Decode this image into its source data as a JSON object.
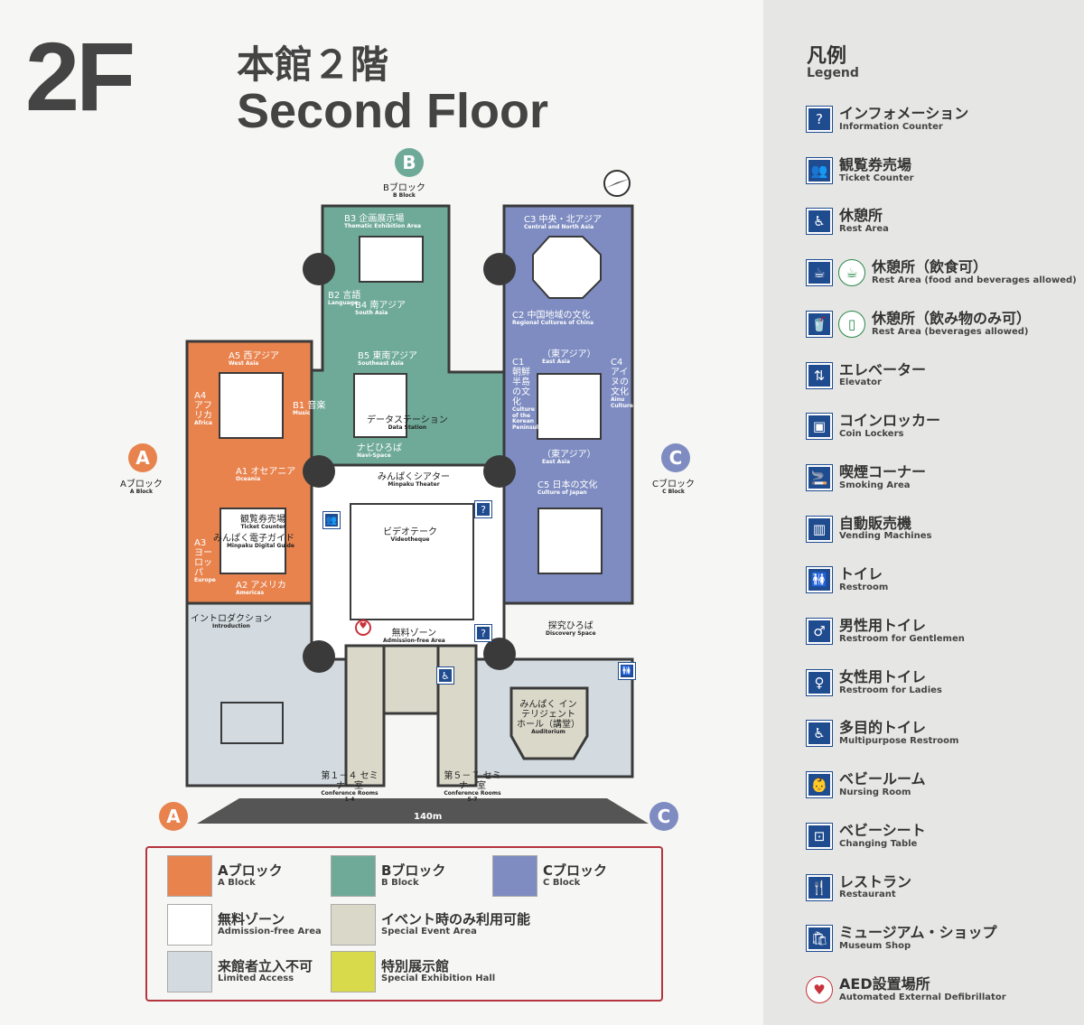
{
  "header": {
    "floor": "2F",
    "title_jp": "本館２階",
    "title_en": "Second Floor"
  },
  "colors": {
    "a_block": "#e8834e",
    "b_block": "#6faa98",
    "c_block": "#7e8cc1",
    "admission_free": "#ffffff",
    "special_event": "#d9d8c9",
    "limited_access": "#d3dbe0",
    "special_exhibition": "#d8da4c",
    "icon_blue": "#1f4b8f",
    "aed_red": "#c8323a"
  },
  "blocks": {
    "a": {
      "letter": "A",
      "jp": "Aブロック",
      "en": "A Block"
    },
    "b": {
      "letter": "B",
      "jp": "Bブロック",
      "en": "B Block"
    },
    "c": {
      "letter": "C",
      "jp": "Cブロック",
      "en": "C Block"
    }
  },
  "rooms": [
    {
      "code": "B3",
      "jp": "企画展示場",
      "en": "Thematic Exhibition Area"
    },
    {
      "code": "B2",
      "jp": "言語",
      "en": "Language"
    },
    {
      "code": "B4",
      "jp": "南アジア",
      "en": "South Asia"
    },
    {
      "code": "B5",
      "jp": "東南アジア",
      "en": "Southeast Asia"
    },
    {
      "code": "B1",
      "jp": "音楽",
      "en": "Music"
    },
    {
      "code": "A5",
      "jp": "西アジア",
      "en": "West Asia"
    },
    {
      "code": "A4",
      "jp": "アフリカ",
      "en": "Africa"
    },
    {
      "code": "A1",
      "jp": "オセアニア",
      "en": "Oceania"
    },
    {
      "code": "A3",
      "jp": "ヨーロッパ",
      "en": "Europe"
    },
    {
      "code": "A2",
      "jp": "アメリカ",
      "en": "Americas"
    },
    {
      "code": "C3",
      "jp": "中央・北アジア",
      "en": "Central and North Asia"
    },
    {
      "code": "C2",
      "jp": "中国地域の文化",
      "en": "Regional Cultures of China"
    },
    {
      "code": "C1",
      "jp": "朝鮮半島の文化",
      "en": "Culture of the Korean Peninsula"
    },
    {
      "code": "C4",
      "jp": "アイヌの文化",
      "en": "Ainu Culture"
    },
    {
      "code": "C5",
      "jp": "日本の文化",
      "en": "Culture of Japan"
    },
    {
      "code": "",
      "jp": "（東アジア）",
      "en": "East Asia"
    },
    {
      "code": "",
      "jp": "（東アジア）",
      "en": "East Asia"
    }
  ],
  "places": [
    {
      "jp": "データステーション",
      "en": "Data Station"
    },
    {
      "jp": "ナビひろば",
      "en": "Navi-Space"
    },
    {
      "jp": "みんぱくシアター",
      "en": "Minpaku Theater"
    },
    {
      "jp": "観覧券売場",
      "en": "Ticket Counter"
    },
    {
      "jp": "みんぱく電子ガイド",
      "en": "Minpaku Digital Guide"
    },
    {
      "jp": "ビデオテーク",
      "en": "Videotheque"
    },
    {
      "jp": "イントロダクション",
      "en": "Introduction"
    },
    {
      "jp": "無料ゾーン",
      "en": "Admission-free Area"
    },
    {
      "jp": "探究ひろば",
      "en": "Discovery Space"
    },
    {
      "jp": "みんぱく インテリジェント ホール（講堂）",
      "en": "Auditorium"
    },
    {
      "jp": "第１－４ セミナー室",
      "en": "Conference Rooms 1-4"
    },
    {
      "jp": "第５－７ セミナー室",
      "en": "Conference Rooms 5-7"
    }
  ],
  "scale": {
    "length": "140m",
    "left": "A",
    "right": "C"
  },
  "key": [
    {
      "jp": "Aブロック",
      "en": "A Block",
      "color": "#e8834e"
    },
    {
      "jp": "Bブロック",
      "en": "B Block",
      "color": "#6faa98"
    },
    {
      "jp": "Cブロック",
      "en": "C Block",
      "color": "#7e8cc1"
    },
    {
      "jp": "無料ゾーン",
      "en": "Admission-free Area",
      "color": "#ffffff"
    },
    {
      "jp": "イベント時のみ利用可能",
      "en": "Special Event Area",
      "color": "#d9d8c9"
    },
    {
      "jp": "特別展示館",
      "en": "Special Exhibition Hall",
      "color": "#d8da4c"
    },
    {
      "jp": "来館者立入不可",
      "en": "Limited Access",
      "color": "#d3dbe0"
    }
  ],
  "legend": {
    "title_jp": "凡例",
    "title_en": "Legend",
    "items": [
      {
        "icon": "information-icon",
        "glyph": "?",
        "jp": "インフォメーション",
        "en": "Information Counter"
      },
      {
        "icon": "ticket-counter-icon",
        "glyph": "👥",
        "jp": "観覧券売場",
        "en": "Ticket Counter"
      },
      {
        "icon": "rest-area-icon",
        "glyph": "♿",
        "jp": "休憩所",
        "en": "Rest Area"
      },
      {
        "icon": "rest-area-food-icon",
        "glyph": "☕",
        "jp": "休憩所（飲食可）",
        "en": "Rest Area (food and beverages allowed)"
      },
      {
        "icon": "rest-area-beverage-icon",
        "glyph": "🥤",
        "jp": "休憩所（飲み物のみ可）",
        "en": "Rest Area (beverages allowed)"
      },
      {
        "icon": "elevator-icon",
        "glyph": "⇅",
        "jp": "エレベーター",
        "en": "Elevator"
      },
      {
        "icon": "coin-locker-icon",
        "glyph": "▣",
        "jp": "コインロッカー",
        "en": "Coin Lockers"
      },
      {
        "icon": "smoking-icon",
        "glyph": "🚬",
        "jp": "喫煙コーナー",
        "en": "Smoking Area"
      },
      {
        "icon": "vending-machine-icon",
        "glyph": "▥",
        "jp": "自動販売機",
        "en": "Vending Machines"
      },
      {
        "icon": "restroom-icon",
        "glyph": "🚻",
        "jp": "トイレ",
        "en": "Restroom"
      },
      {
        "icon": "mens-restroom-icon",
        "glyph": "♂",
        "jp": "男性用トイレ",
        "en": "Restroom for Gentlemen"
      },
      {
        "icon": "womens-restroom-icon",
        "glyph": "♀",
        "jp": "女性用トイレ",
        "en": "Restroom for Ladies"
      },
      {
        "icon": "multipurpose-restroom-icon",
        "glyph": "♿",
        "jp": "多目的トイレ",
        "en": "Multipurpose Restroom"
      },
      {
        "icon": "nursing-room-icon",
        "glyph": "👶",
        "jp": "ベビールーム",
        "en": "Nursing Room"
      },
      {
        "icon": "changing-table-icon",
        "glyph": "⊡",
        "jp": "ベビーシート",
        "en": "Changing Table"
      },
      {
        "icon": "restaurant-icon",
        "glyph": "🍴",
        "jp": "レストラン",
        "en": "Restaurant"
      },
      {
        "icon": "museum-shop-icon",
        "glyph": "🛍",
        "jp": "ミュージアム・ショップ",
        "en": "Museum Shop"
      },
      {
        "icon": "aed-icon",
        "glyph": "♥",
        "jp": "AED設置場所",
        "en": "Automated External Defibrillator"
      }
    ]
  }
}
